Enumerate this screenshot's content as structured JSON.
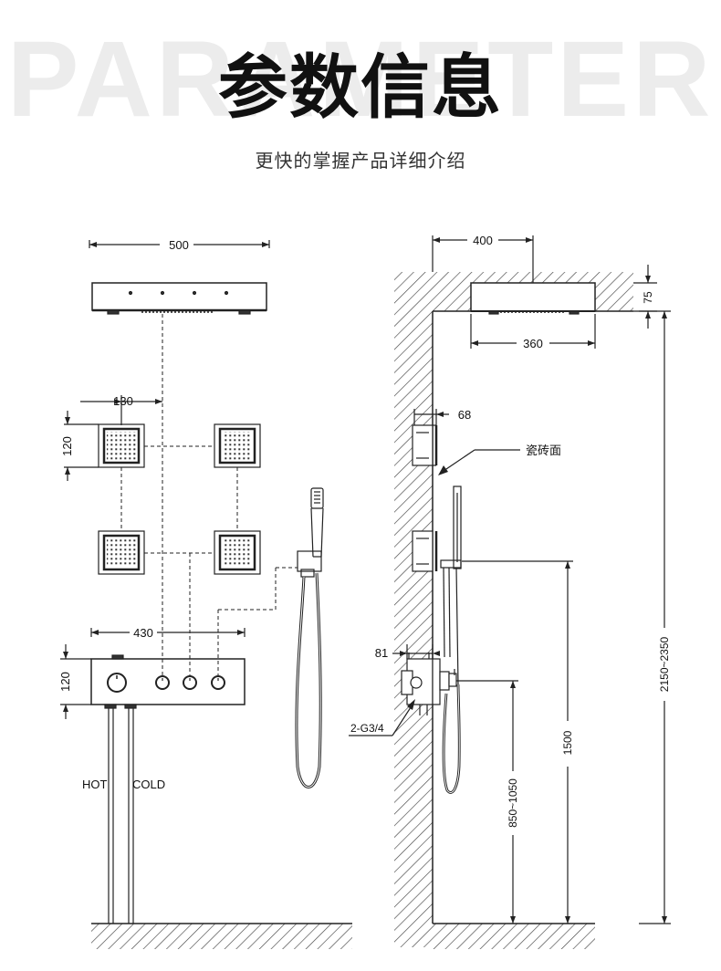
{
  "header": {
    "background_word": "PARAMETER",
    "title": "参数信息",
    "subtitle": "更快的掌握产品详细介绍"
  },
  "front_view": {
    "dim_head_width": "500",
    "dim_body_jet_offset": "130",
    "dim_body_jet_height": "120",
    "dim_panel_width": "430",
    "dim_panel_height": "120",
    "label_hot": "HOT",
    "label_cold": "COLD"
  },
  "side_view": {
    "dim_head_depth": "400",
    "dim_head_thickness": "75",
    "dim_head_inner": "360",
    "dim_jet_depth": "68",
    "label_tile_face": "瓷砖面",
    "dim_valve_depth": "81",
    "label_connection": "2-G3/4",
    "dim_total_height": "2150~2350",
    "dim_handshower_height": "1500",
    "dim_valve_height": "850~1050"
  },
  "colors": {
    "line": "#222222",
    "hatch": "#444444",
    "title": "#111111",
    "background_word": "#ececec"
  }
}
